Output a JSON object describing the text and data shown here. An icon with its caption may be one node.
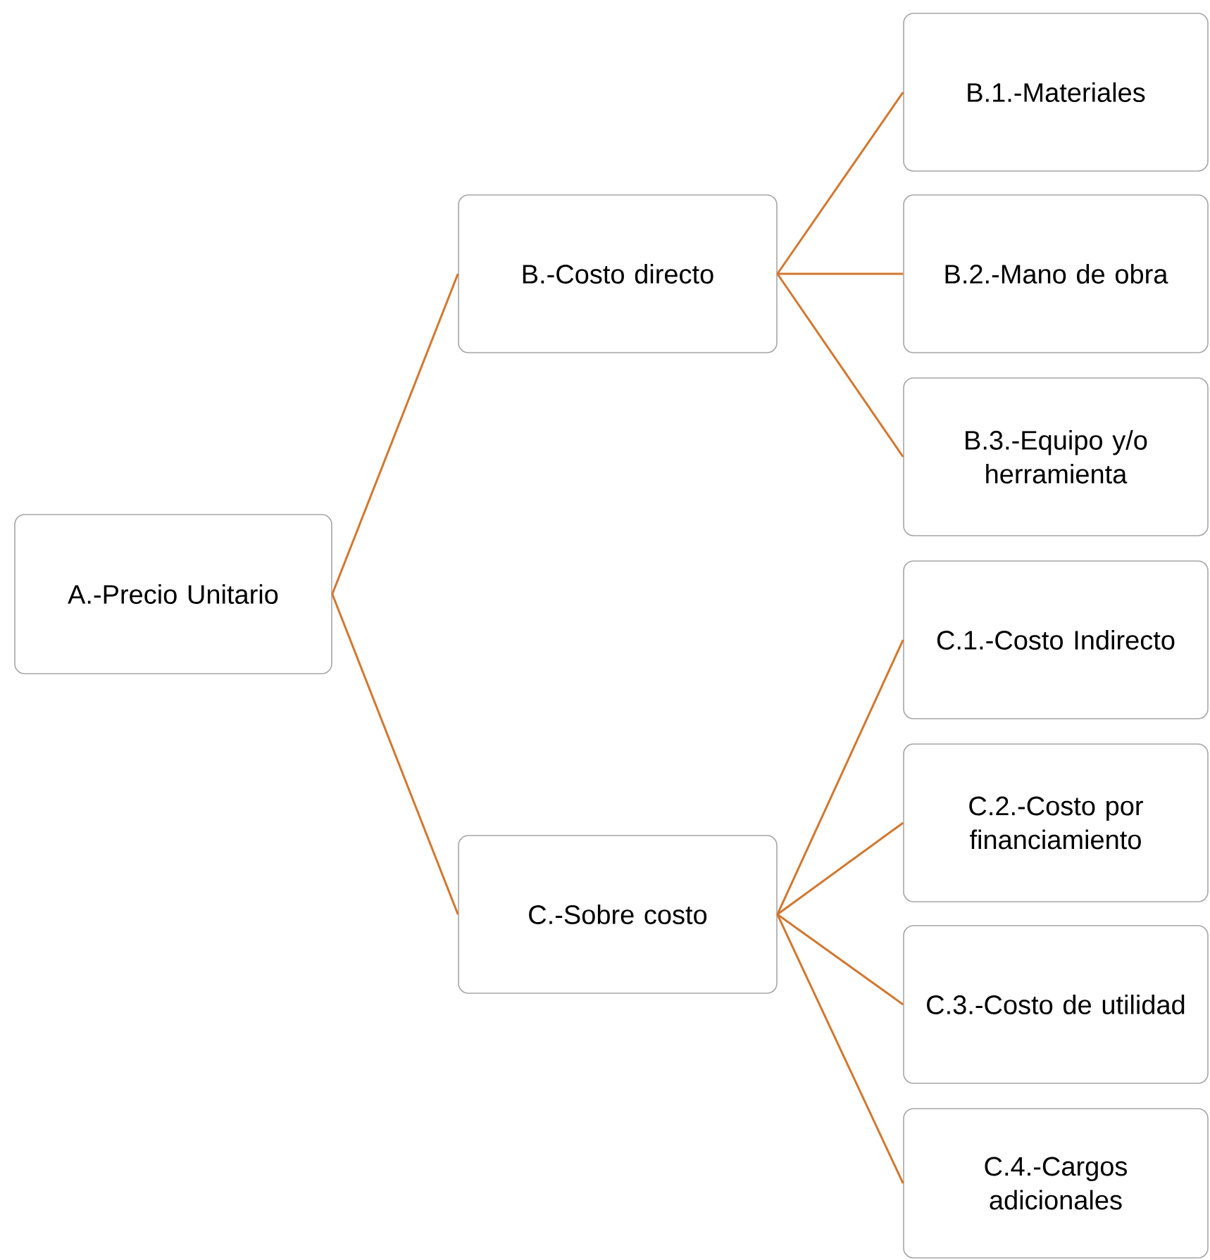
{
  "diagram": {
    "nodes": [
      {
        "text": [
          "A.-Precio Unitario"
        ]
      },
      {
        "text": [
          "B.-Costo directo"
        ]
      },
      {
        "text": [
          "C.-Sobre costo"
        ]
      },
      {
        "text": [
          "B.1.-Materiales"
        ]
      },
      {
        "text": [
          "B.2.-Mano de obra"
        ]
      },
      {
        "text": [
          "B.3.-Equipo y/o herramienta"
        ]
      },
      {
        "text": [
          "C.1.-Costo Indirecto"
        ]
      },
      {
        "text": [
          "C.2.-Costo por financiamiento"
        ]
      },
      {
        "text": [
          "C.3.-Costo de utilidad"
        ]
      },
      {
        "text": [
          "C.4.-Cargos adicionales"
        ]
      }
    ],
    "edges": [
      {
        "from": 0,
        "to": 1,
        "arrow": "none"
      },
      {
        "from": 0,
        "to": 2,
        "arrow": "none"
      },
      {
        "from": 1,
        "to": 3,
        "arrow": "none"
      },
      {
        "from": 1,
        "to": 4,
        "arrow": "none"
      },
      {
        "from": 1,
        "to": 5,
        "arrow": "none"
      },
      {
        "from": 2,
        "to": 6,
        "arrow": "none"
      },
      {
        "from": 2,
        "to": 7,
        "arrow": "none"
      },
      {
        "from": 2,
        "to": 8,
        "arrow": "none"
      },
      {
        "from": 2,
        "to": 9,
        "arrow": "none"
      }
    ]
  }
}
